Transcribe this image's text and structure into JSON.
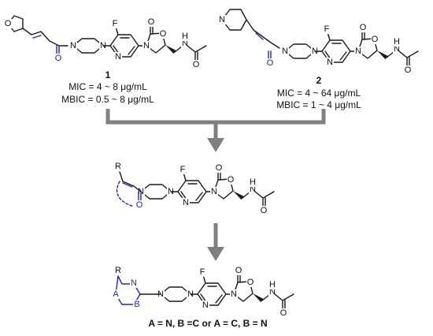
{
  "compounds": {
    "c1": {
      "number": "1",
      "mic": "MIC = 4 ~ 8 μg/mL",
      "mbic": "MBIC = 0.5 ~ 8 μg/mL"
    },
    "c2": {
      "number": "2",
      "mic": "MIC = 4 ~ 64 μg/mL",
      "mbic": "MBIC = 1 ~ 4 μg/mL"
    }
  },
  "atoms": {
    "F": "F",
    "O": "O",
    "N": "N",
    "H": "H",
    "R": "R",
    "A": "A",
    "B": "B"
  },
  "footnote": "A = N, B =C or A = C, B = N",
  "colors": {
    "accent": "#2323b5",
    "arrow": "#7f7f7f",
    "ink": "#111111"
  }
}
